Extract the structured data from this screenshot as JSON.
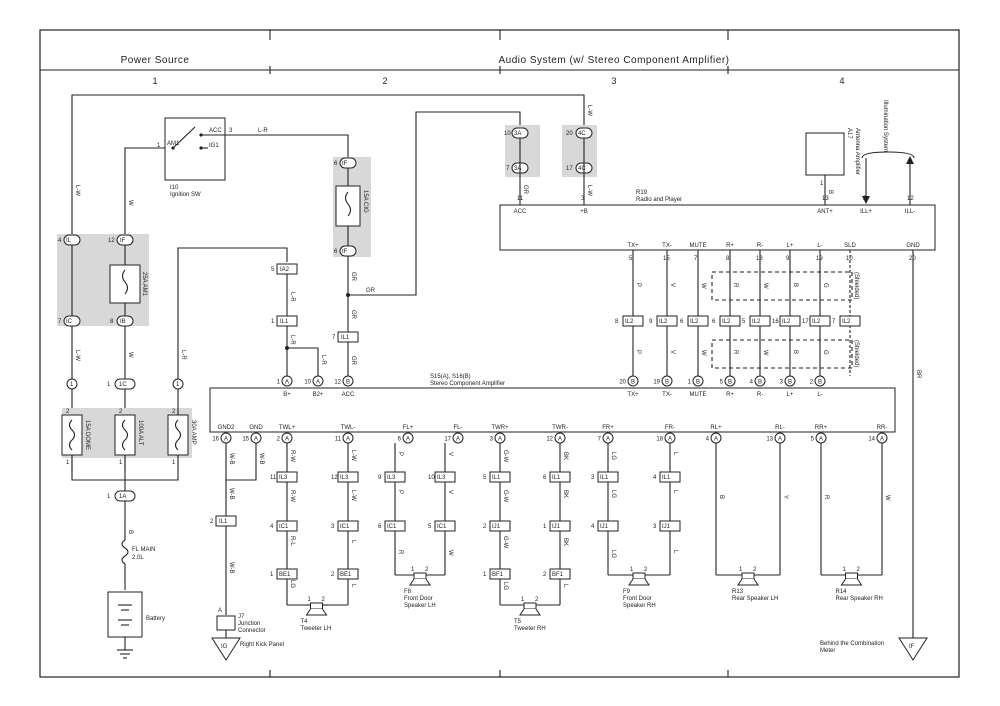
{
  "header": {
    "section1": "Power Source",
    "section2": "Audio System (w/ Stereo Component Amplifier)",
    "col_numbers": [
      "1",
      "2",
      "3",
      "4"
    ]
  },
  "ignition": {
    "id": "I10",
    "name": "Ignition SW",
    "pins": {
      "am1": "AM1",
      "acc": "ACC",
      "ig1": "IG1",
      "p1": "1",
      "p3": "3"
    }
  },
  "fuses": {
    "am1": "25A AM1",
    "cig": "15A CIG",
    "dome": "15A DOME",
    "alt": "100A ALT",
    "amp": "30A AMP",
    "fl_main": "FL MAIN",
    "fl_main_size": "2.0L"
  },
  "battery": "Battery",
  "wires": {
    "lw": "L-W",
    "w": "W",
    "lr": "L-R",
    "gr": "GR",
    "b": "B",
    "wb": "W-B",
    "br": "BR",
    "rw": "R-W",
    "r": "R",
    "l": "L",
    "p": "P",
    "v": "V",
    "gw": "G-W",
    "bk": "BK",
    "lg": "LG",
    "y": "Y",
    "g": "G"
  },
  "radio": {
    "id": "R19",
    "name": "Radio and Player",
    "top_pins": [
      {
        "num": "11",
        "name": "ACC"
      },
      {
        "num": "3",
        "name": "+B"
      },
      {
        "num": "13",
        "name": "ANT+"
      },
      {
        "num": "2",
        "name": "ILL+"
      },
      {
        "num": "12",
        "name": "ILL-"
      }
    ],
    "bottom_pins": [
      {
        "num": "5",
        "name": "TX+"
      },
      {
        "num": "15",
        "name": "TX-"
      },
      {
        "num": "7",
        "name": "MUTE"
      },
      {
        "num": "8",
        "name": "R+"
      },
      {
        "num": "18",
        "name": "R-"
      },
      {
        "num": "9",
        "name": "L+"
      },
      {
        "num": "19",
        "name": "L-"
      },
      {
        "num": "10",
        "name": "SLD"
      },
      {
        "num": "20",
        "name": "GND"
      }
    ]
  },
  "antenna": {
    "id": "A17",
    "name": "Antenna Amplifier",
    "pin": "1"
  },
  "illumination": "Illumination System",
  "shielded": "(Shielded)",
  "amplifier": {
    "id": "S15(A), S16(B)",
    "name": "Stereo Component Amplifier",
    "top_pins": [
      {
        "num": "1",
        "conn": "A",
        "name": "B+"
      },
      {
        "num": "10",
        "conn": "A",
        "name": "B2+"
      },
      {
        "num": "12",
        "conn": "B",
        "name": "ACC"
      },
      {
        "num": "20",
        "conn": "B",
        "name": "TX+"
      },
      {
        "num": "19",
        "conn": "B",
        "name": "TX-"
      },
      {
        "num": "1",
        "conn": "B",
        "name": "MUTE"
      },
      {
        "num": "5",
        "conn": "B",
        "name": "R+"
      },
      {
        "num": "4",
        "conn": "B",
        "name": "R-"
      },
      {
        "num": "3",
        "conn": "B",
        "name": "L+"
      },
      {
        "num": "2",
        "conn": "B",
        "name": "L-"
      }
    ],
    "bottom_pins": [
      {
        "num": "16",
        "conn": "A",
        "name": "GND2"
      },
      {
        "num": "15",
        "conn": "A",
        "name": "GND"
      },
      {
        "num": "2",
        "conn": "A",
        "name": "TWL+"
      },
      {
        "num": "11",
        "conn": "A",
        "name": "TWL-"
      },
      {
        "num": "6",
        "conn": "A",
        "name": "FL+"
      },
      {
        "num": "17",
        "conn": "A",
        "name": "FL-"
      },
      {
        "num": "3",
        "conn": "A",
        "name": "TWR+"
      },
      {
        "num": "12",
        "conn": "A",
        "name": "TWR-"
      },
      {
        "num": "7",
        "conn": "A",
        "name": "FR+"
      },
      {
        "num": "18",
        "conn": "A",
        "name": "FR-"
      },
      {
        "num": "4",
        "conn": "A",
        "name": "RL+"
      },
      {
        "num": "13",
        "conn": "A",
        "name": "RL-"
      },
      {
        "num": "5",
        "conn": "A",
        "name": "RR+"
      },
      {
        "num": "14",
        "conn": "A",
        "name": "RR-"
      }
    ]
  },
  "connectors": {
    "IL": "IL",
    "IC": "IC",
    "IF": "IF",
    "IB": "IB",
    "IA2": "IA2",
    "IL1": "IL1",
    "IL2": "IL2",
    "IL3": "IL3",
    "IC1": "IC1",
    "BE1": "BE1",
    "IJ1": "IJ1",
    "BF1": "BF1",
    "3A": "3A",
    "4C": "4C",
    "1A": "1A",
    "1C": "1C"
  },
  "speakers": {
    "t4": {
      "id": "T4",
      "name": "Tweeter LH"
    },
    "f8": {
      "id": "F8",
      "name1": "Front Door",
      "name2": "Speaker LH"
    },
    "t5": {
      "id": "T5",
      "name": "Tweeter RH"
    },
    "f9": {
      "id": "F9",
      "name1": "Front Door",
      "name2": "Speaker RH"
    },
    "r13": {
      "id": "R13",
      "name": "Rear Speaker LH"
    },
    "r14": {
      "id": "R14",
      "name": "Rear Speaker RH"
    }
  },
  "junction": {
    "id": "J7",
    "name1": "Junction",
    "name2": "Connector",
    "pin": "A"
  },
  "grounds": {
    "ig": "IG",
    "ig_loc": "Right Kick Panel",
    "if": "IF",
    "if_loc1": "Behind the Combination",
    "if_loc2": "Meter"
  }
}
